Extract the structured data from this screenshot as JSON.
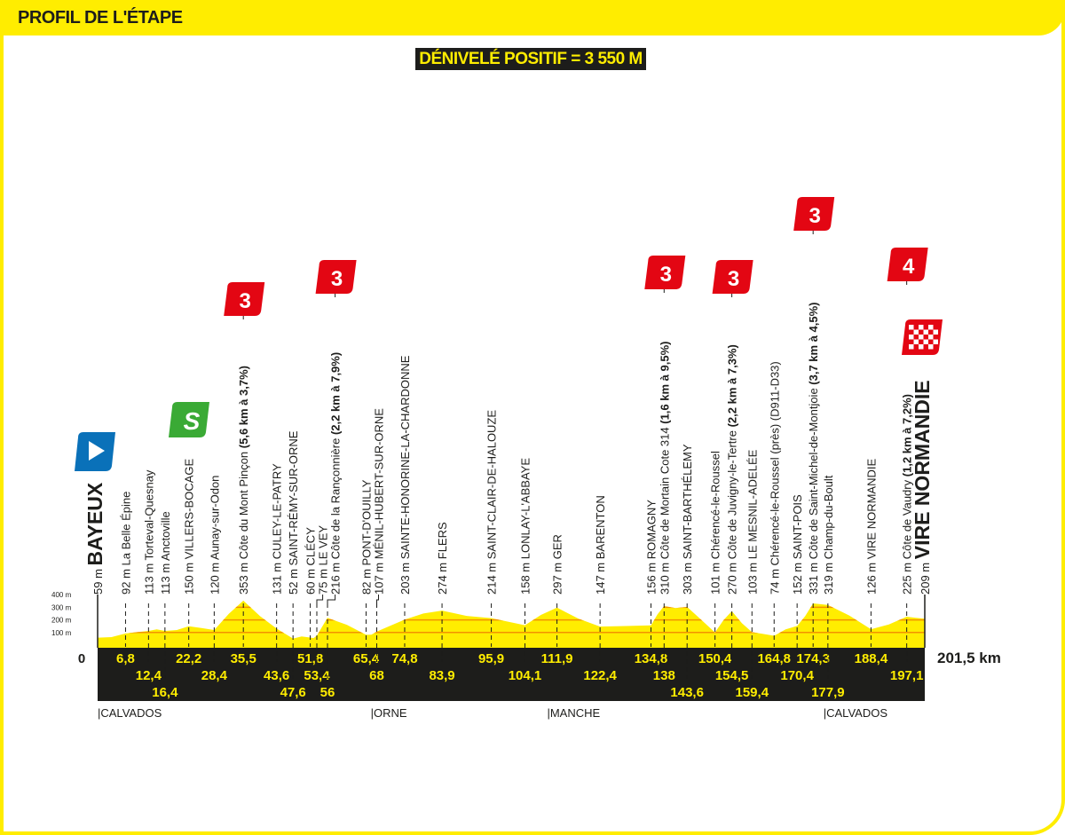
{
  "header": {
    "title": "PROFIL DE L'ÉTAPE"
  },
  "badge": {
    "text": "DÉNIVELÉ POSITIF = 3 550 M"
  },
  "colors": {
    "profile": "#ffed00",
    "band": "#1d1d1b",
    "grid": "#f39200",
    "climb": "#e30613",
    "sprint": "#3aaa35",
    "start": "#0a71b9"
  },
  "chart_data": {
    "type": "area",
    "title": "",
    "xlabel": "",
    "ylabel": "",
    "x_unit": "km",
    "xlim": [
      0,
      201.5
    ],
    "ylim": [
      0,
      400
    ],
    "y_ticks": [
      "100 m",
      "200 m",
      "300 m",
      "400 m"
    ],
    "start_label": "0",
    "end_label": "201,5 km",
    "points": [
      {
        "km": 0,
        "km_label": "",
        "alt": "59 m",
        "elev": 59,
        "name": "BAYEUX",
        "type": "start"
      },
      {
        "km": 6.8,
        "km_label": "6,8",
        "alt": "92 m",
        "elev": 92,
        "name": "La Belle Épine",
        "row": 1
      },
      {
        "km": 12.4,
        "km_label": "12,4",
        "alt": "113 m",
        "elev": 113,
        "name": "Torteval-Quesnay",
        "row": 2
      },
      {
        "km": 16.4,
        "km_label": "16,4",
        "alt": "113 m",
        "elev": 113,
        "name": "Anctoville",
        "row": 3
      },
      {
        "km": 22.2,
        "km_label": "22,2",
        "alt": "150 m",
        "elev": 150,
        "name": "VILLERS-BOCAGE",
        "row": 1,
        "type": "sprint",
        "icon_text": "S"
      },
      {
        "km": 28.4,
        "km_label": "28,4",
        "alt": "120 m",
        "elev": 120,
        "name": "Aunay-sur-Odon",
        "row": 2
      },
      {
        "km": 35.5,
        "km_label": "35,5",
        "alt": "353 m",
        "elev": 353,
        "name": "Côte du Mont Pinçon",
        "detail": "(5,6 km à 3,7%)",
        "row": 1,
        "type": "climb",
        "cat": "3"
      },
      {
        "km": 43.6,
        "km_label": "43,6",
        "alt": "131 m",
        "elev": 131,
        "name": "CULEY-LE-PATRY",
        "row": 2
      },
      {
        "km": 47.6,
        "km_label": "47,6",
        "alt": "52 m",
        "elev": 52,
        "name": "SAINT-RÉMY-SUR-ORNE",
        "row": 3
      },
      {
        "km": 51.8,
        "km_label": "51,8",
        "alt": "60 m",
        "elev": 60,
        "name": "CLÉCY",
        "row": 1
      },
      {
        "km": 53.4,
        "km_label": "53,4",
        "alt": "75 m",
        "elev": 75,
        "name": "LE VEY",
        "row": 2
      },
      {
        "km": 56,
        "km_label": "56",
        "alt": "216 m",
        "elev": 216,
        "name": "Côte de la Rançonnière",
        "detail": "(2,2 km à 7,9%)",
        "row": 3,
        "type": "climb",
        "cat": "3"
      },
      {
        "km": 65.4,
        "km_label": "65,4",
        "alt": "82 m",
        "elev": 82,
        "name": "PONT-D'OUILLY",
        "row": 1
      },
      {
        "km": 68,
        "km_label": "68",
        "alt": "107 m",
        "elev": 107,
        "name": "MÉNIL-HUBERT-SUR-ORNE",
        "row": 2
      },
      {
        "km": 74.8,
        "km_label": "74,8",
        "alt": "203 m",
        "elev": 203,
        "name": "SAINTE-HONORINE-LA-CHARDONNE",
        "row": 1
      },
      {
        "km": 83.9,
        "km_label": "83,9",
        "alt": "274 m",
        "elev": 274,
        "name": "FLERS",
        "row": 2
      },
      {
        "km": 95.9,
        "km_label": "95,9",
        "alt": "214 m",
        "elev": 214,
        "name": "SAINT-CLAIR-DE-HALOUZE",
        "row": 1
      },
      {
        "km": 104.1,
        "km_label": "104,1",
        "alt": "158 m",
        "elev": 158,
        "name": "LONLAY-L'ABBAYE",
        "row": 2
      },
      {
        "km": 111.9,
        "km_label": "111,9",
        "alt": "297 m",
        "elev": 297,
        "name": "GER",
        "row": 1
      },
      {
        "km": 122.4,
        "km_label": "122,4",
        "alt": "147 m",
        "elev": 147,
        "name": "BARENTON",
        "row": 2
      },
      {
        "km": 134.8,
        "km_label": "134,8",
        "alt": "156 m",
        "elev": 156,
        "name": "ROMAGNY",
        "row": 1
      },
      {
        "km": 138,
        "km_label": "138",
        "alt": "310 m",
        "elev": 310,
        "name": "Côte de Mortain Cote 314",
        "detail": "(1,6 km à 9,5%)",
        "row": 2,
        "type": "climb",
        "cat": "3"
      },
      {
        "km": 143.6,
        "km_label": "143,6",
        "alt": "303 m",
        "elev": 303,
        "name": "SAINT-BARTHÉLEMY",
        "row": 3
      },
      {
        "km": 150.4,
        "km_label": "150,4",
        "alt": "101 m",
        "elev": 101,
        "name": "Chérencé-le-Roussel",
        "row": 1
      },
      {
        "km": 154.5,
        "km_label": "154,5",
        "alt": "270 m",
        "elev": 270,
        "name": "Côte de Juvigny-le-Tertre",
        "detail": "(2,2 km à 7,3%)",
        "row": 2,
        "type": "climb",
        "cat": "3"
      },
      {
        "km": 159.4,
        "km_label": "159,4",
        "alt": "103 m",
        "elev": 103,
        "name": "LE MESNIL-ADELÉE",
        "row": 3
      },
      {
        "km": 164.8,
        "km_label": "164,8",
        "alt": "74 m",
        "elev": 74,
        "name": "Chérencé-le-Roussel (près) (D911-D33)",
        "row": 1
      },
      {
        "km": 170.4,
        "km_label": "170,4",
        "alt": "152 m",
        "elev": 152,
        "name": "SAINT-POIS",
        "row": 2
      },
      {
        "km": 174.3,
        "km_label": "174,3",
        "alt": "331 m",
        "elev": 331,
        "name": "Côte de Saint-Michel-de-Montjoie",
        "detail": "(3,7 km à 4,5%)",
        "row": 1,
        "type": "climb",
        "cat": "3"
      },
      {
        "km": 177.9,
        "km_label": "177,9",
        "alt": "319 m",
        "elev": 319,
        "name": "Champ-du-Boult",
        "row": 3
      },
      {
        "km": 188.4,
        "km_label": "188,4",
        "alt": "126 m",
        "elev": 126,
        "name": "VIRE NORMANDIE",
        "row": 1
      },
      {
        "km": 197.1,
        "km_label": "197,1",
        "alt": "225 m",
        "elev": 225,
        "name": "Côte de Vaudry",
        "detail": "(1,2 km à 7,2%)",
        "row": 2,
        "type": "climb",
        "cat": "4"
      },
      {
        "km": 201.5,
        "km_label": "",
        "alt": "209 m",
        "elev": 209,
        "name": "VIRE NORMANDIE",
        "type": "finish"
      }
    ],
    "departments": [
      {
        "km": 0,
        "name": "CALVADOS"
      },
      {
        "km": 66.5,
        "name": "ORNE"
      },
      {
        "km": 109.5,
        "name": "MANCHE"
      },
      {
        "km": 176.8,
        "name": "CALVADOS"
      }
    ]
  }
}
